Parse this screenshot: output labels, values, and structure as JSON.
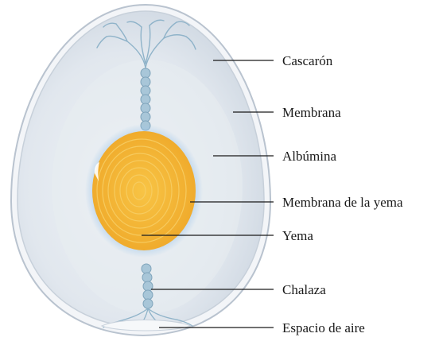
{
  "diagram": {
    "labels": {
      "shell": "Cascarón",
      "membrane": "Membrana",
      "albumen": "Albúmina",
      "yolk_membrane": "Membrana de la yema",
      "yolk": "Yema",
      "chalaza": "Chalaza",
      "air_space": "Espacio de aire"
    },
    "colors": {
      "shell_outline": "#b9c3cf",
      "albumen": "#dfe5ec",
      "yolk": "#f4b83a",
      "yolk_ring": "#f7c95c",
      "yolk_halo": "#b9d6ef",
      "chalaza": "#8fb3c9",
      "text": "#1a1a1a"
    }
  }
}
